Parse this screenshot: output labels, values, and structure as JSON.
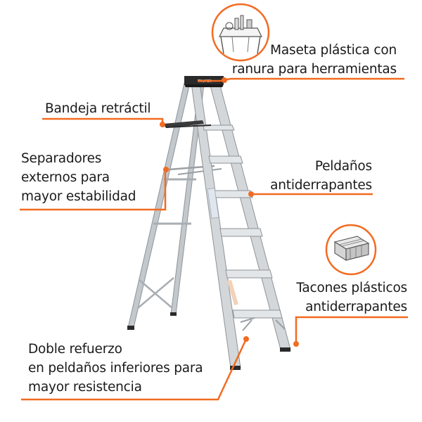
{
  "colors": {
    "accent": "#f26b21",
    "text": "#1a1a1a",
    "aluminum": "#c7ccd0",
    "aluminum_dark": "#8d9398",
    "tray": "#2a2a2a"
  },
  "callouts": {
    "maseta": {
      "lines": [
        "Maseta plástica con",
        "ranura para herramientas"
      ]
    },
    "bandeja": {
      "lines": [
        "Bandeja retráctil"
      ]
    },
    "separadores": {
      "lines": [
        "Separadores",
        "externos para",
        "mayor estabilidad"
      ]
    },
    "peldanos": {
      "lines": [
        "Peldaños",
        "antiderrapantes"
      ]
    },
    "tacones": {
      "lines": [
        "Tacones plásticos",
        "antiderrapantes"
      ]
    },
    "doble": {
      "lines": [
        "Doble refuerzo",
        "en peldaños inferiores para",
        "mayor resistencia"
      ]
    }
  },
  "product": {
    "top_cap_text": "TRUPER"
  },
  "icons": {
    "top_detail": "tool-tray-icon",
    "feet_detail": "rubber-feet-icon"
  }
}
